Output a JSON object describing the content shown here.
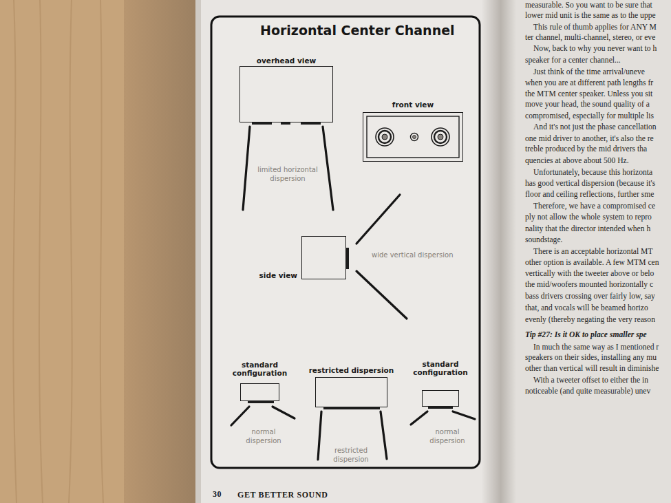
{
  "diagram": {
    "title": "Horizontal Center Channel",
    "nodes": [
      {
        "text": [
          "overhead view"
        ]
      },
      {
        "text": [
          "front view"
        ]
      },
      {
        "text": [
          "side view"
        ]
      },
      {
        "text": [
          "standard configuration"
        ]
      },
      {
        "text": [
          "restricted dispersion"
        ]
      },
      {
        "text": [
          "standard configuration"
        ]
      }
    ],
    "labels": [
      "limited horizontal dispersion",
      "wide vertical dispersion",
      "normal dispersion",
      "restricted dispersion",
      "normal dispersion",
      "30",
      "GET BETTER SOUND",
      "measurable. So you want to be sure that",
      "lower mid unit is the same as to the uppe",
      "This rule of thumb applies for ANY M",
      "ter channel, multi-channel, stereo, or eve",
      "Now, back to why you never want to h",
      "speaker for a center channel...",
      "Just think of the time arrival/uneve",
      "when you are at different path lengths fr",
      "the MTM center speaker. Unless you sit",
      "move your head, the sound quality of a",
      "compromised, especially for multiple lis",
      "And it's not just the phase cancellation",
      "one mid driver to another, it's also the re",
      "treble produced by the mid drivers tha",
      "quencies at above about 500 Hz.",
      "Unfortunately, because this horizonta",
      "has good vertical dispersion (because it's",
      "floor and ceiling reflections, further sme",
      "Therefore, we have a compromised ce",
      "ply not allow the whole system to repro",
      "nality that the director intended when h",
      "soundstage.",
      "There is an acceptable horizontal MT",
      "other option is available. A few MTM cen",
      "vertically with the tweeter above or belo",
      "the mid/woofers mounted horizontally c",
      "bass drivers crossing over fairly low, say",
      "that, and vocals will be beamed horizo",
      "evenly (thereby negating the very reason",
      "Tip #27: Is it OK to place smaller spe",
      "In much the same way as I mentioned r",
      "speakers on their sides, installing any mu",
      "other than vertical will result in diminishe",
      "With a tweeter offset to either the in",
      "noticeable (and quite measurable) unev"
    ]
  }
}
